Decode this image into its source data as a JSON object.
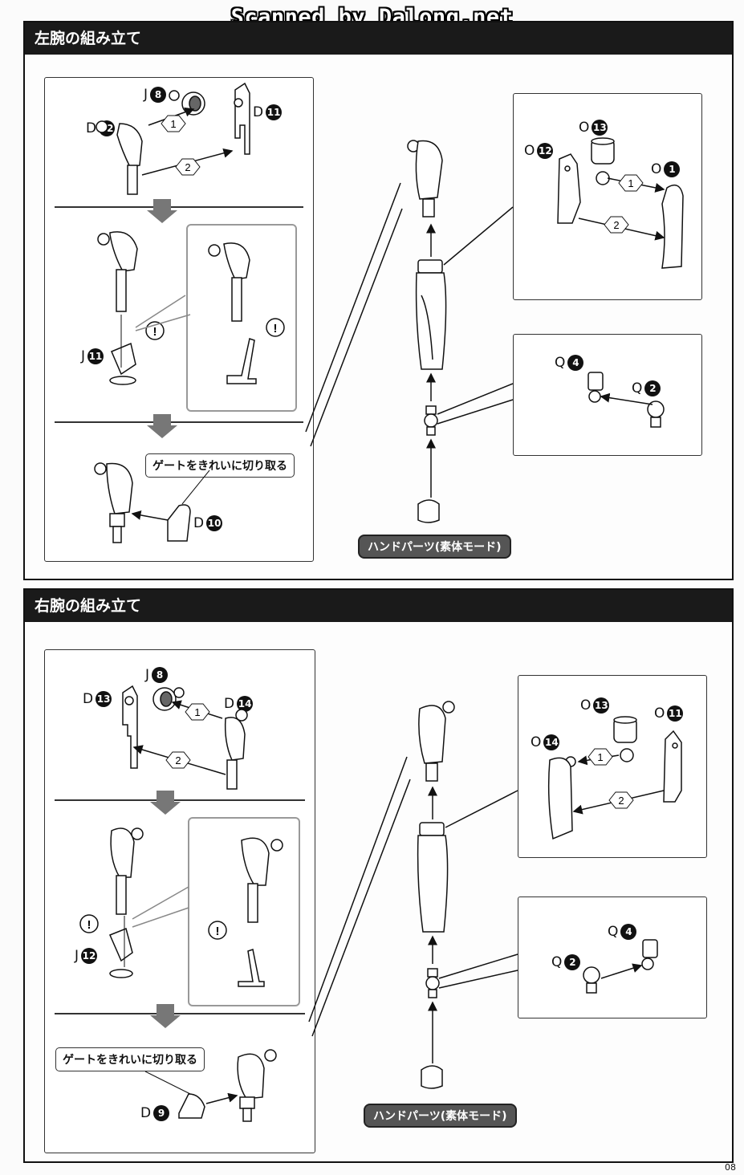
{
  "watermark": "Scanned by Dalong.net",
  "page_number": "08",
  "left_arm": {
    "title": "左腕の組み立て",
    "gate_callout": "ゲートをきれいに切り取る",
    "hand_label": "ハンドパーツ(素体モード)",
    "labels": {
      "j8": {
        "letter": "J",
        "num": "8"
      },
      "d12": {
        "letter": "D",
        "num": "12"
      },
      "d11": {
        "letter": "D",
        "num": "11"
      },
      "j11": {
        "letter": "J",
        "num": "11"
      },
      "d10": {
        "letter": "D",
        "num": "10"
      },
      "o13": {
        "letter": "O",
        "num": "13"
      },
      "o12": {
        "letter": "O",
        "num": "12"
      },
      "o1": {
        "letter": "O",
        "num": "1"
      },
      "q4": {
        "letter": "Q",
        "num": "4"
      },
      "q2": {
        "letter": "Q",
        "num": "2"
      }
    },
    "steps": [
      "1",
      "2",
      "1",
      "2"
    ],
    "warnings": [
      "!",
      "!"
    ]
  },
  "right_arm": {
    "title": "右腕の組み立て",
    "gate_callout": "ゲートをきれいに切り取る",
    "hand_label": "ハンドパーツ(素体モード)",
    "labels": {
      "j8": {
        "letter": "J",
        "num": "8"
      },
      "d13": {
        "letter": "D",
        "num": "13"
      },
      "d14": {
        "letter": "D",
        "num": "14"
      },
      "j12": {
        "letter": "J",
        "num": "12"
      },
      "d9": {
        "letter": "D",
        "num": "9"
      },
      "o13": {
        "letter": "O",
        "num": "13"
      },
      "o11": {
        "letter": "O",
        "num": "11"
      },
      "o14": {
        "letter": "O",
        "num": "14"
      },
      "q4": {
        "letter": "Q",
        "num": "4"
      },
      "q2": {
        "letter": "Q",
        "num": "2"
      }
    },
    "steps": [
      "1",
      "2",
      "1",
      "2"
    ],
    "warnings": [
      "!",
      "!"
    ]
  }
}
